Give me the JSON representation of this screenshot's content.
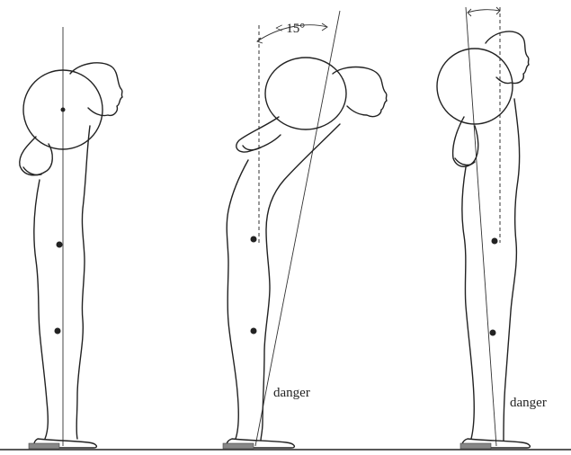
{
  "figures": [
    {
      "id": "upright",
      "label": ""
    },
    {
      "id": "forward-lean",
      "angle_label": "< 15°",
      "label": "danger"
    },
    {
      "id": "backward-lean",
      "label": "danger"
    }
  ]
}
